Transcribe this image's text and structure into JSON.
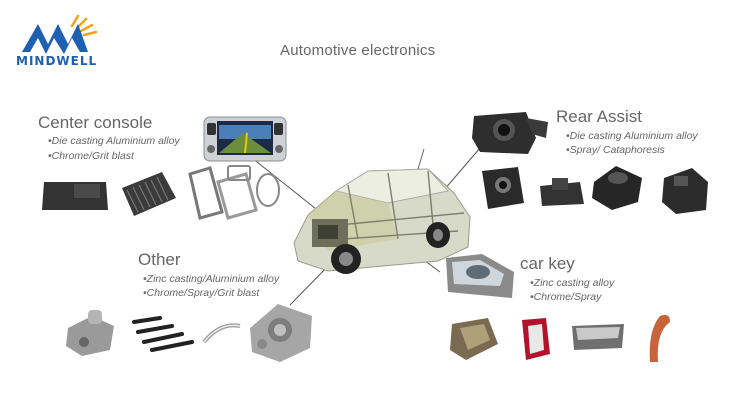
{
  "brand": {
    "name": "MINDWELL"
  },
  "page_title": "Automotive electronics",
  "sections": {
    "center_console": {
      "title": "Center console",
      "bullets": [
        "•Die casting Aluminium alloy",
        "•Chrome/Grit blast"
      ]
    },
    "rear_assist": {
      "title": "Rear Assist",
      "bullets": [
        "•Die casting Aluminium alloy",
        "•Spray/ Cataphoresis"
      ]
    },
    "other": {
      "title": "Other",
      "bullets": [
        "•Zinc  casting/Aluminium alloy",
        "•Chrome/Spray/Grit blast"
      ]
    },
    "car_key": {
      "title": "car key",
      "bullets": [
        "•Zinc casting alloy",
        "•Chrome/Spray"
      ]
    }
  },
  "colors": {
    "brand_blue": "#1d5fb0",
    "brand_sun": "#f2a21c",
    "text_gray": "#666666",
    "car_olive": "#a9ad70"
  }
}
